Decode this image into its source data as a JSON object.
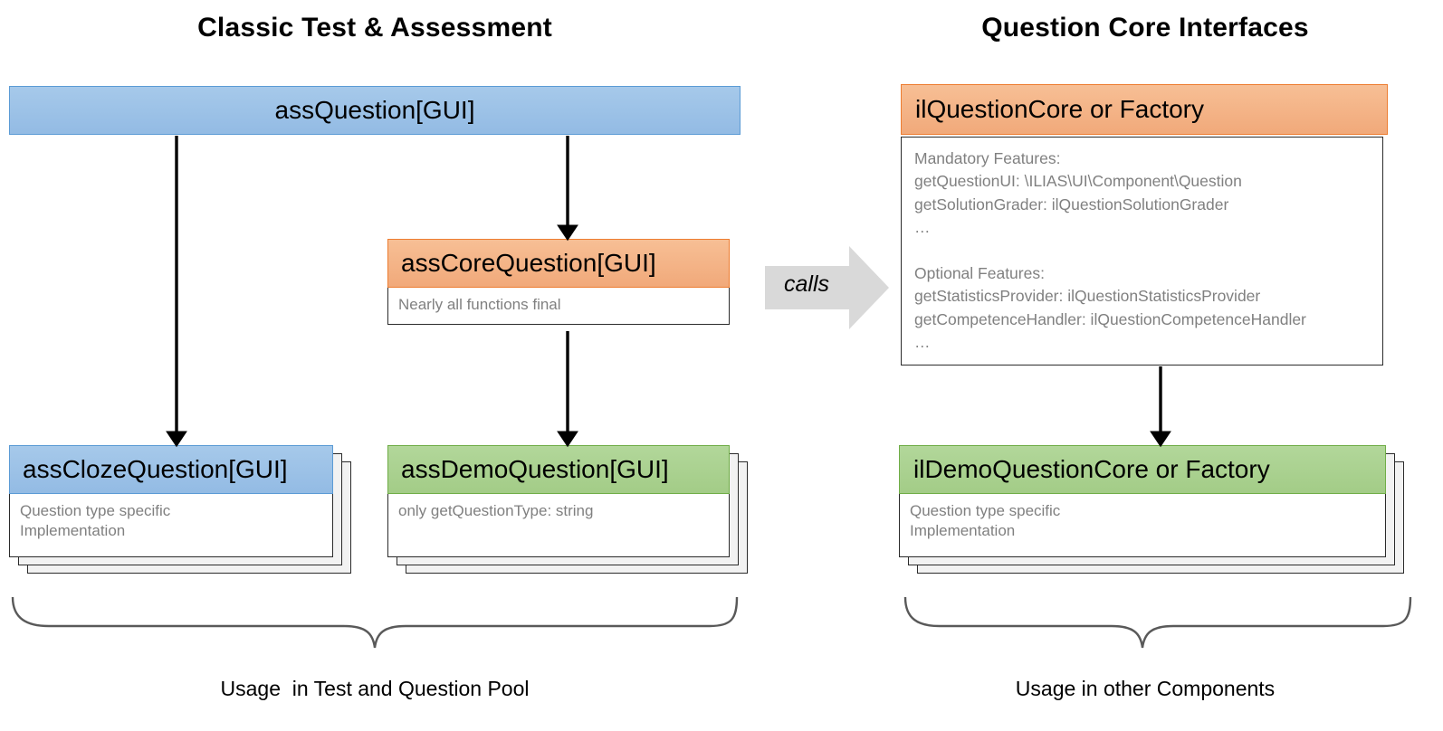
{
  "columns": {
    "left_title": "Classic Test & Assessment",
    "right_title": "Question Core Interfaces"
  },
  "nodes": {
    "ass_question": {
      "title": "assQuestion[GUI]",
      "color": "#9dc3e6"
    },
    "ass_core_question": {
      "title": "assCoreQuestion[GUI]",
      "note": "Nearly all functions final",
      "color": "#f4b183"
    },
    "ass_cloze_question": {
      "title": "assClozeQuestion[GUI]",
      "note": "Question type specific\nImplementation",
      "color": "#9dc3e6"
    },
    "ass_demo_question": {
      "title": "assDemoQuestion[GUI]",
      "note": "only getQuestionType: string",
      "color": "#a9d08e"
    },
    "il_question_core": {
      "title": "ilQuestionCore or Factory",
      "features": "Mandatory Features:\ngetQuestionUI: \\ILIAS\\UI\\Component\\Question\ngetSolutionGrader: ilQuestionSolutionGrader\n…\n\nOptional Features:\ngetStatisticsProvider: ilQuestionStatisticsProvider\ngetCompetenceHandler: ilQuestionCompetenceHandler\n…",
      "color": "#f4b183"
    },
    "il_demo_question_core": {
      "title": "ilDemoQuestionCore or Factory",
      "note": "Question type specific\nImplementation",
      "color": "#a9d08e"
    }
  },
  "connector": {
    "calls_label": "calls",
    "arrow_color": "#d9d9d9"
  },
  "captions": {
    "left": "Usage  in Test and Question Pool",
    "right": "Usage in other Components"
  }
}
